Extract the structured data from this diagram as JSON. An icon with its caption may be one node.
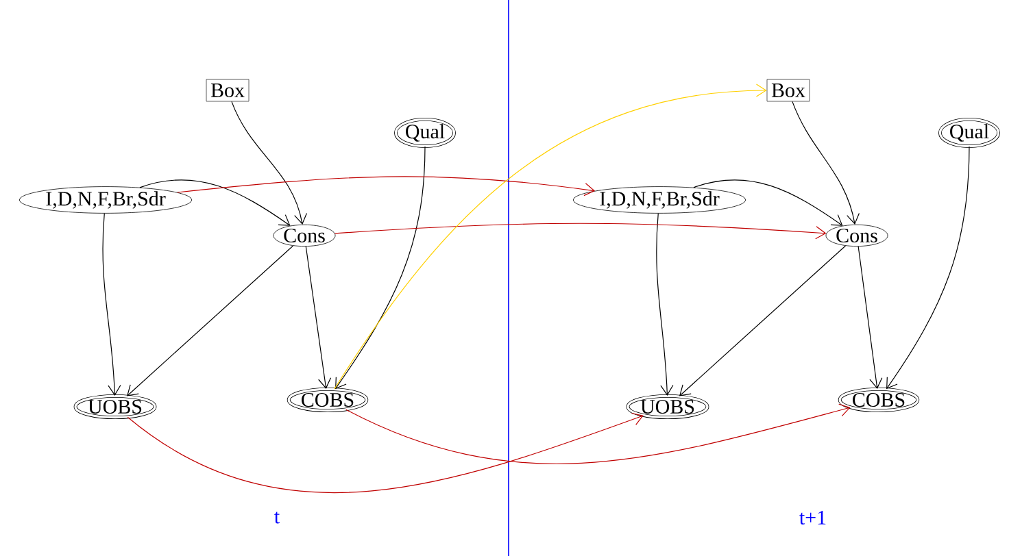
{
  "diagram": {
    "nodes": [
      {
        "text": [
          "Box"
        ]
      },
      {
        "text": [
          "Qual"
        ]
      },
      {
        "text": [
          "I,D,N,F,Br,Sdr"
        ]
      },
      {
        "text": [
          "Cons"
        ]
      },
      {
        "text": [
          "UOBS"
        ]
      },
      {
        "text": [
          "COBS"
        ]
      },
      {
        "text": [
          "Box"
        ]
      },
      {
        "text": [
          "Qual"
        ]
      },
      {
        "text": [
          "I,D,N,F,Br,Sdr"
        ]
      },
      {
        "text": [
          "Cons"
        ]
      },
      {
        "text": [
          "UOBS"
        ]
      },
      {
        "text": [
          "COBS"
        ]
      }
    ],
    "edges": [
      {
        "from": 0,
        "to": 3,
        "arrow": "to"
      },
      {
        "from": 2,
        "to": 3,
        "arrow": "to"
      },
      {
        "from": 2,
        "to": 4,
        "arrow": "to"
      },
      {
        "from": 3,
        "to": 4,
        "arrow": "to"
      },
      {
        "from": 3,
        "to": 5,
        "arrow": "to"
      },
      {
        "from": 1,
        "to": 5,
        "arrow": "to"
      },
      {
        "from": 6,
        "to": 9,
        "arrow": "to"
      },
      {
        "from": 8,
        "to": 9,
        "arrow": "to"
      },
      {
        "from": 8,
        "to": 10,
        "arrow": "to"
      },
      {
        "from": 9,
        "to": 10,
        "arrow": "to"
      },
      {
        "from": 9,
        "to": 11,
        "arrow": "to"
      },
      {
        "from": 7,
        "to": 11,
        "arrow": "to"
      },
      {
        "from": 2,
        "to": 8,
        "arrow": "to",
        "color": "#c00000"
      },
      {
        "from": 3,
        "to": 9,
        "arrow": "to",
        "color": "#c00000"
      },
      {
        "from": 4,
        "to": 10,
        "arrow": "to",
        "color": "#c00000"
      },
      {
        "from": 5,
        "to": 11,
        "arrow": "to",
        "color": "#c00000"
      },
      {
        "from": 5,
        "to": 6,
        "arrow": "to",
        "color": "#ffd000"
      }
    ],
    "labels": [
      "t",
      "t+1"
    ]
  }
}
